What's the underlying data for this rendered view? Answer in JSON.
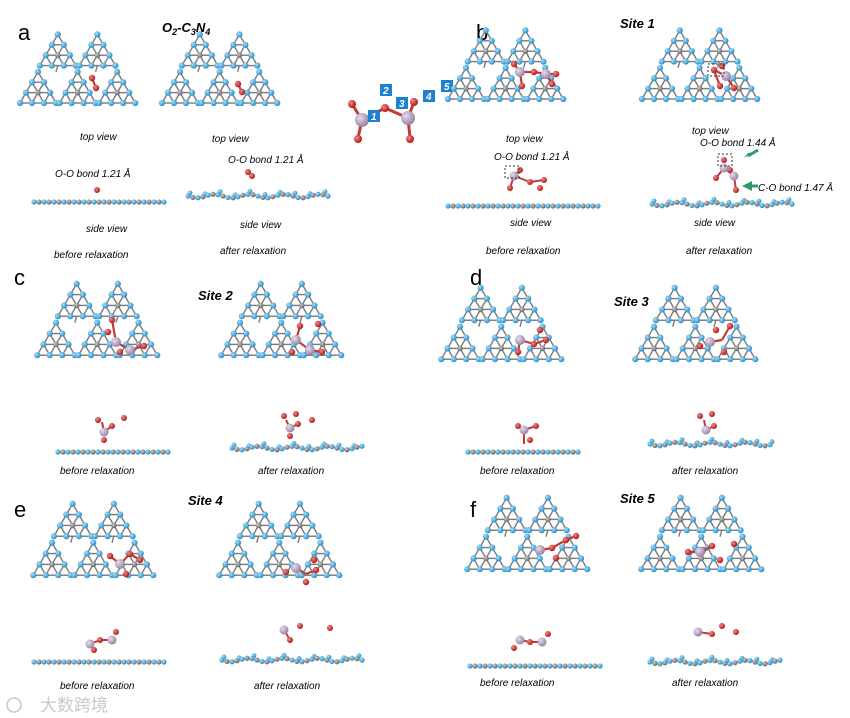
{
  "panel_labels": [
    "a",
    "b",
    "c",
    "d",
    "e",
    "f"
  ],
  "panel_a": {
    "title_main": "O",
    "title_sub1": "2",
    "title_mid": "-C",
    "title_sub2": "3",
    "title_mid2": "N",
    "title_sub3": "4",
    "top_view_left": "top view",
    "top_view_right": "top view",
    "bond_left": "O-O bond 1.21 Å",
    "bond_right": "O-O bond 1.21 Å",
    "side_view_left": "side view",
    "side_view_right": "side view",
    "before": "before relaxation",
    "after": "after relaxation"
  },
  "site_badges": [
    "1",
    "2",
    "3",
    "4",
    "5"
  ],
  "panel_b": {
    "title": "Site 1",
    "top_view_left": "top view",
    "top_view_right": "top view",
    "bond_left": "O-O bond 1.21 Å",
    "bond_right": "O-O bond 1.44 Å",
    "bond_co": "C-O bond 1.47 Å",
    "side_view_left": "side view",
    "side_view_right": "side view",
    "before": "before relaxation",
    "after": "after relaxation"
  },
  "panel_c": {
    "title": "Site 2",
    "before": "before relaxation",
    "after": "after relaxation"
  },
  "panel_d": {
    "title": "Site 3",
    "before": "before relaxation",
    "after": "after relaxation"
  },
  "panel_e": {
    "title": "Site 4",
    "before": "before relaxation",
    "after": "after relaxation"
  },
  "panel_f": {
    "title": "Site 5",
    "before": "before relaxation",
    "after": "after relaxation"
  },
  "watermark": "大数跨境",
  "colors": {
    "nitrogen": "#3aa6dd",
    "carbon": "#8c8c8c",
    "oxygen": "#d42a2a",
    "metal": "#b9a3c2",
    "badge": "#1f7fd0",
    "arrow": "#2f9a6b"
  }
}
